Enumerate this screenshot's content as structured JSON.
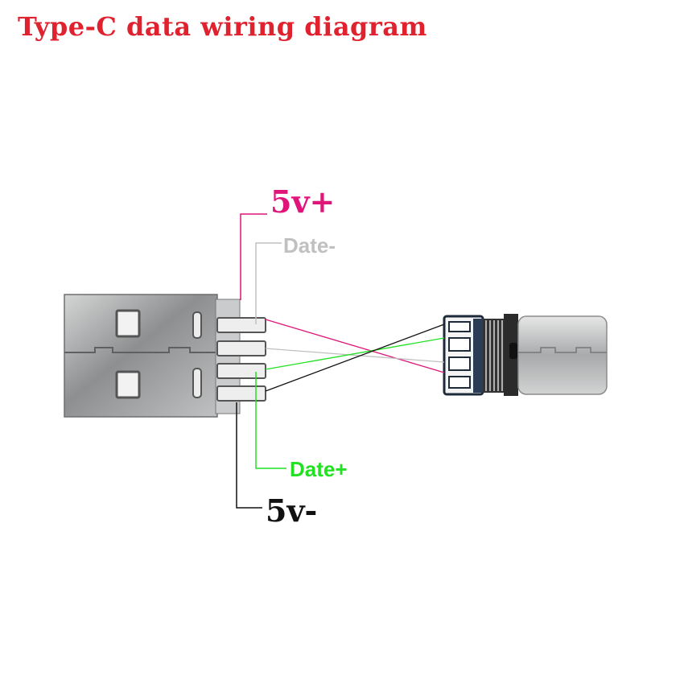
{
  "title": "Type-C data wiring diagram",
  "labels": {
    "vcc": "5v+",
    "data_minus": "Date-",
    "data_plus": "Date+",
    "gnd": "5v-"
  },
  "colors": {
    "title": "#e0212e",
    "vcc": "#e0157a",
    "data_minus": "#c0c0c0",
    "data_plus": "#22e022",
    "gnd": "#111111",
    "metal": "#9a9c9c",
    "pcb": "#1c2a3a"
  }
}
